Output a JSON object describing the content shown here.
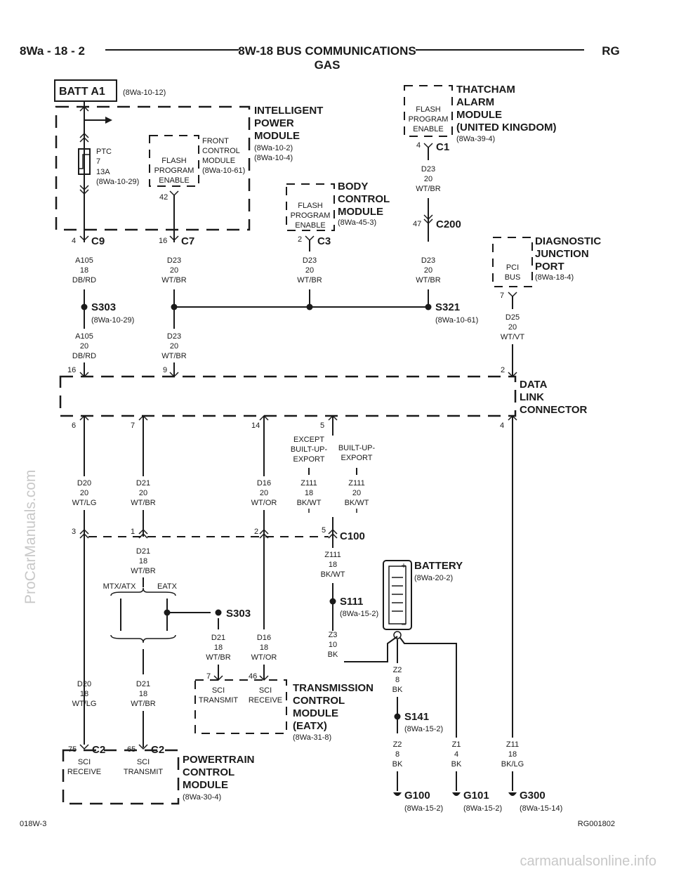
{
  "header": {
    "page_code": "8Wa - 18 - 2",
    "title": "8W-18 BUS COMMUNICATIONS",
    "subtitle": "GAS",
    "brand": "RG"
  },
  "footer": {
    "left_code": "018W-3",
    "right_code": "RG001802",
    "watermark_bottom": "carmanualsonline.info",
    "watermark_side": "ProCarManuals.com"
  },
  "batt": {
    "label": "BATT A1",
    "ref": "(8Wa-10-12)"
  },
  "ipm": {
    "l1": "INTELLIGENT",
    "l2": "POWER",
    "l3": "MODULE",
    "ref1": "(8Wa-10-2)",
    "ref2": "(8Wa-10-4)"
  },
  "ptc": {
    "l1": "PTC",
    "l2": "7",
    "l3": "13A",
    "ref": "(8Wa-10-29)"
  },
  "fcm": {
    "l1": "FRONT",
    "l2": "CONTROL",
    "l3": "MODULE",
    "ref": "(8Wa-10-61)",
    "pin": "42"
  },
  "flash": {
    "l1": "FLASH",
    "l2": "PROGRAM",
    "l3": "ENABLE"
  },
  "bcm": {
    "l1": "BODY",
    "l2": "CONTROL",
    "l3": "MODULE",
    "ref": "(8Wa-45-3)",
    "pin": "2",
    "conn": "C3"
  },
  "tam": {
    "l1": "THATCHAM",
    "l2": "ALARM",
    "l3": "MODULE",
    "l4": "(UNITED KINGDOM)",
    "ref": "(8Wa-39-4)",
    "pin": "4",
    "conn": "C1"
  },
  "c9": {
    "pin": "4",
    "conn": "C9"
  },
  "c7": {
    "pin": "16",
    "conn": "C7"
  },
  "c200": {
    "pin": "47",
    "conn": "C200"
  },
  "djp": {
    "l1": "DIAGNOSTIC",
    "l2": "JUNCTION",
    "l3": "PORT",
    "ref": "(8Wa-18-4)",
    "pci1": "PCI",
    "pci2": "BUS",
    "pin": "7"
  },
  "wires": {
    "a105_18": [
      "A105",
      "18",
      "DB/RD"
    ],
    "a105_20": [
      "A105",
      "20",
      "DB/RD"
    ],
    "d23_ipm": [
      "D23",
      "20",
      "WT/BR"
    ],
    "d23_low": [
      "D23",
      "20",
      "WT/BR"
    ],
    "d23_bcm": [
      "D23",
      "20",
      "WT/BR"
    ],
    "d23_tam": [
      "D23",
      "20",
      "WT/BR"
    ],
    "d23_c200": [
      "D23",
      "20",
      "WT/BR"
    ],
    "d25": [
      "D25",
      "20",
      "WT/VT"
    ],
    "d20_20": [
      "D20",
      "20",
      "WT/LG"
    ],
    "d21_20": [
      "D21",
      "20",
      "WT/BR"
    ],
    "d16_20": [
      "D16",
      "20",
      "WT/OR"
    ],
    "z111_18": [
      "Z111",
      "18",
      "BK/WT"
    ],
    "z111_20": [
      "Z111",
      "20",
      "BK/WT"
    ],
    "d21_18a": [
      "D21",
      "18",
      "WT/BR"
    ],
    "z111_18b": [
      "Z111",
      "18",
      "BK/WT"
    ],
    "d21_s303": [
      "D21",
      "18",
      "WT/BR"
    ],
    "d16_18": [
      "D16",
      "18",
      "WT/OR"
    ],
    "z3": [
      "Z3",
      "10",
      "BK"
    ],
    "z2a": [
      "Z2",
      "8",
      "BK"
    ],
    "d20_18": [
      "D20",
      "18",
      "WT/LG"
    ],
    "d21_18b": [
      "D21",
      "18",
      "WT/BR"
    ],
    "z2b": [
      "Z2",
      "8",
      "BK"
    ],
    "z1": [
      "Z1",
      "4",
      "BK"
    ],
    "z11": [
      "Z11",
      "18",
      "BK/LG"
    ]
  },
  "s303_top": {
    "label": "S303",
    "ref": "(8Wa-10-29)"
  },
  "s321": {
    "label": "S321",
    "ref": "(8Wa-10-61)"
  },
  "dlc": {
    "l1": "DATA",
    "l2": "LINK",
    "l3": "CONNECTOR",
    "p16": "16",
    "p9": "9",
    "p2": "2",
    "p6": "6",
    "p7": "7",
    "p14": "14",
    "p5": "5",
    "p4": "4"
  },
  "except": {
    "l1": "EXCEPT",
    "l2": "BUILT-UP-",
    "l3": "EXPORT"
  },
  "builtup": {
    "l1": "BUILT-UP-",
    "l2": "EXPORT"
  },
  "c100": {
    "label": "C100",
    "p3": "3",
    "p1": "1",
    "p2": "2",
    "p5": "5"
  },
  "mtx": {
    "left": "MTX/ATX",
    "right": "EATX"
  },
  "s303_mid": {
    "label": "S303"
  },
  "s111": {
    "label": "S111",
    "ref": "(8Wa-15-2)"
  },
  "battery": {
    "label": "BATTERY",
    "ref": "(8Wa-20-2)",
    "plus": "+",
    "minus": "−"
  },
  "tcm": {
    "l1": "TRANSMISSION",
    "l2": "CONTROL",
    "l3": "MODULE",
    "l4": "(EATX)",
    "ref": "(8Wa-31-8)",
    "pin7": "7",
    "pin46": "46",
    "sci_t1": "SCI",
    "sci_t2": "TRANSMIT",
    "sci_r1": "SCI",
    "sci_r2": "RECEIVE"
  },
  "s141": {
    "label": "S141",
    "ref": "(8Wa-15-2)"
  },
  "pcm": {
    "l1": "POWERTRAIN",
    "l2": "CONTROL",
    "l3": "MODULE",
    "ref": "(8Wa-30-4)",
    "pin75": "75",
    "pin65": "65",
    "conn": "C2",
    "sci_r1": "SCI",
    "sci_r2": "RECEIVE",
    "sci_t1": "SCI",
    "sci_t2": "TRANSMIT"
  },
  "grounds": {
    "g100": {
      "label": "G100",
      "ref": "(8Wa-15-2)"
    },
    "g101": {
      "label": "G101",
      "ref": "(8Wa-15-2)"
    },
    "g300": {
      "label": "G300",
      "ref": "(8Wa-15-14)"
    }
  }
}
